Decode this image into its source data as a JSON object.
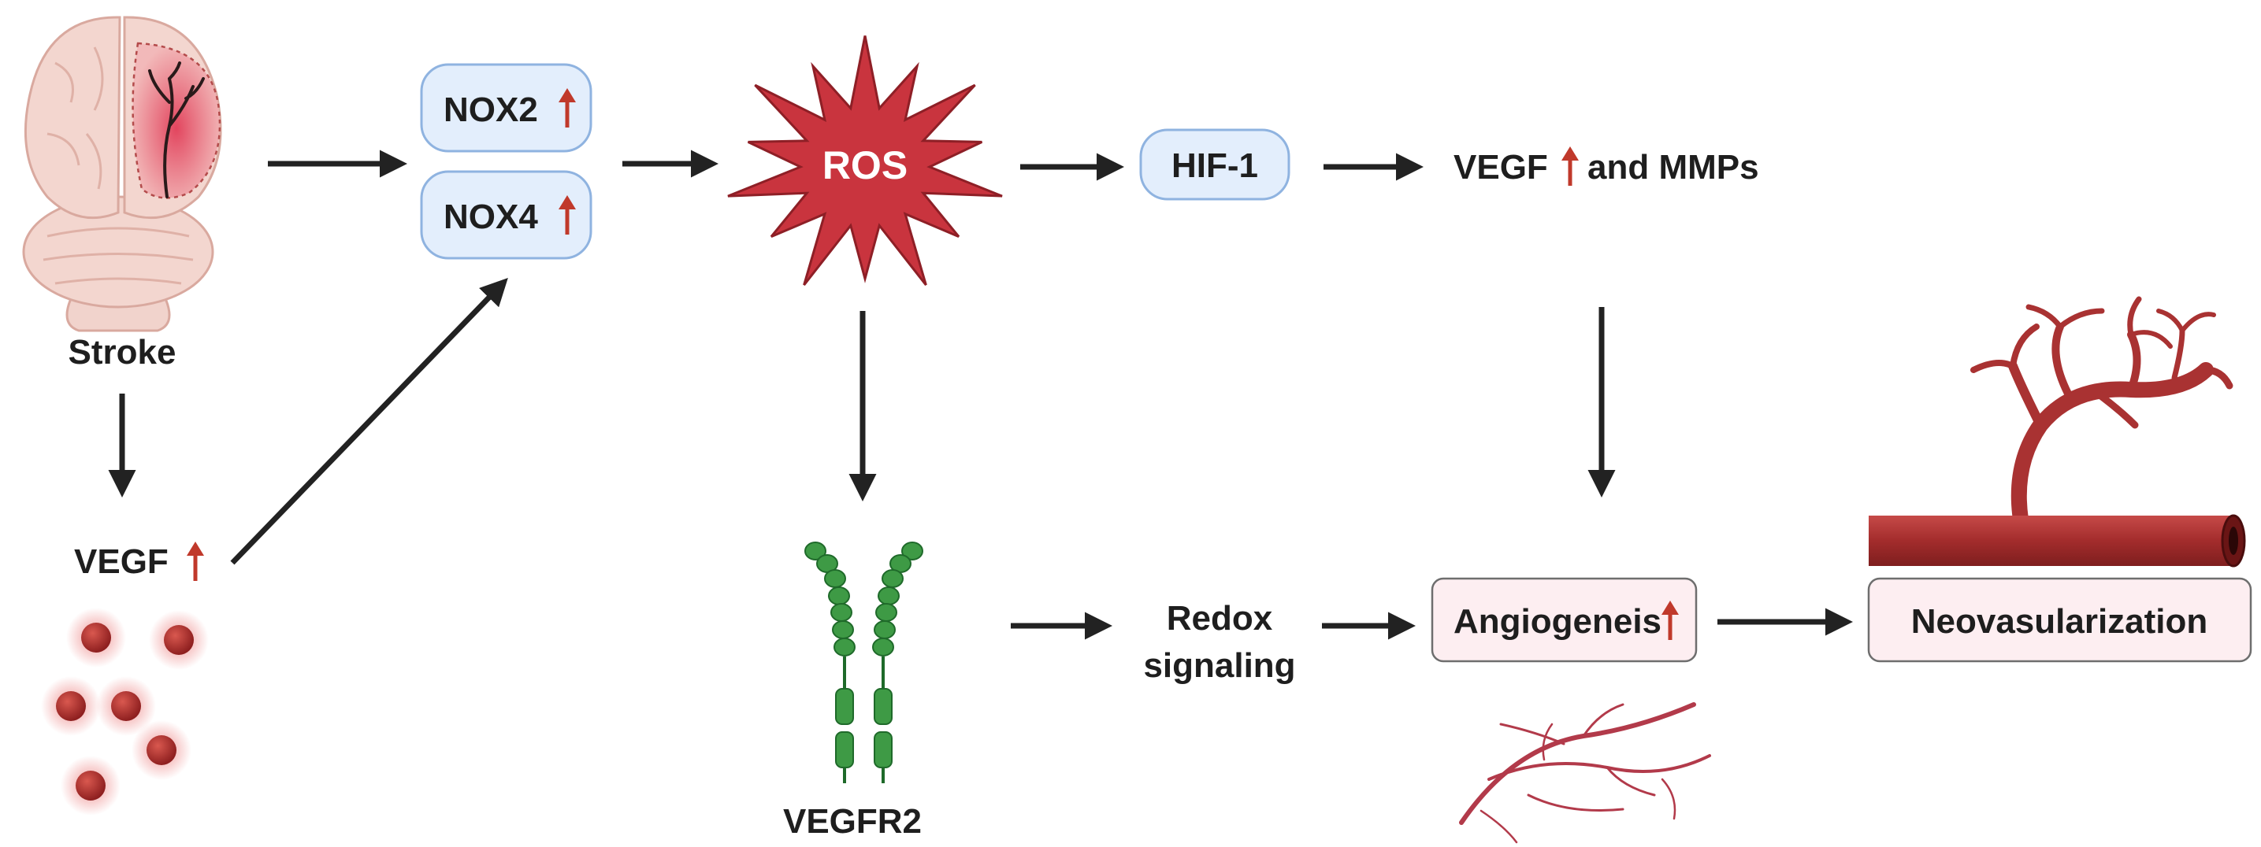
{
  "nodes": {
    "stroke": "Stroke",
    "vegf": "VEGF",
    "nox2": "NOX2",
    "nox4": "NOX4",
    "ros": "ROS",
    "hif1": "HIF-1",
    "vegf_mmps_a": "VEGF",
    "vegf_mmps_b": "and MMPs",
    "vegfr2": "VEGFR2",
    "redox_1": "Redox",
    "redox_2": "signaling",
    "angiogenesis": "Angiogeneis",
    "neovascularization": "Neovasularization"
  },
  "icons": {
    "up_arrow": "up-arrow-icon",
    "brain": "brain-icon",
    "vegf_particles": "vegf-particle-icon",
    "receptor": "receptor-icon",
    "vessel": "blood-vessel-icon",
    "capillaries": "capillary-icon"
  },
  "colors": {
    "arrow": "#222222",
    "increase": "#c0392b",
    "node_blue_fill": "#e3eefc",
    "node_blue_stroke": "#8fb3e0",
    "node_pink_fill": "#fdeef1",
    "node_pink_stroke": "#6e6e6e",
    "ros_fill": "#c9343e",
    "vessel": "#b23a3a",
    "receptor": "#3e9a45"
  }
}
